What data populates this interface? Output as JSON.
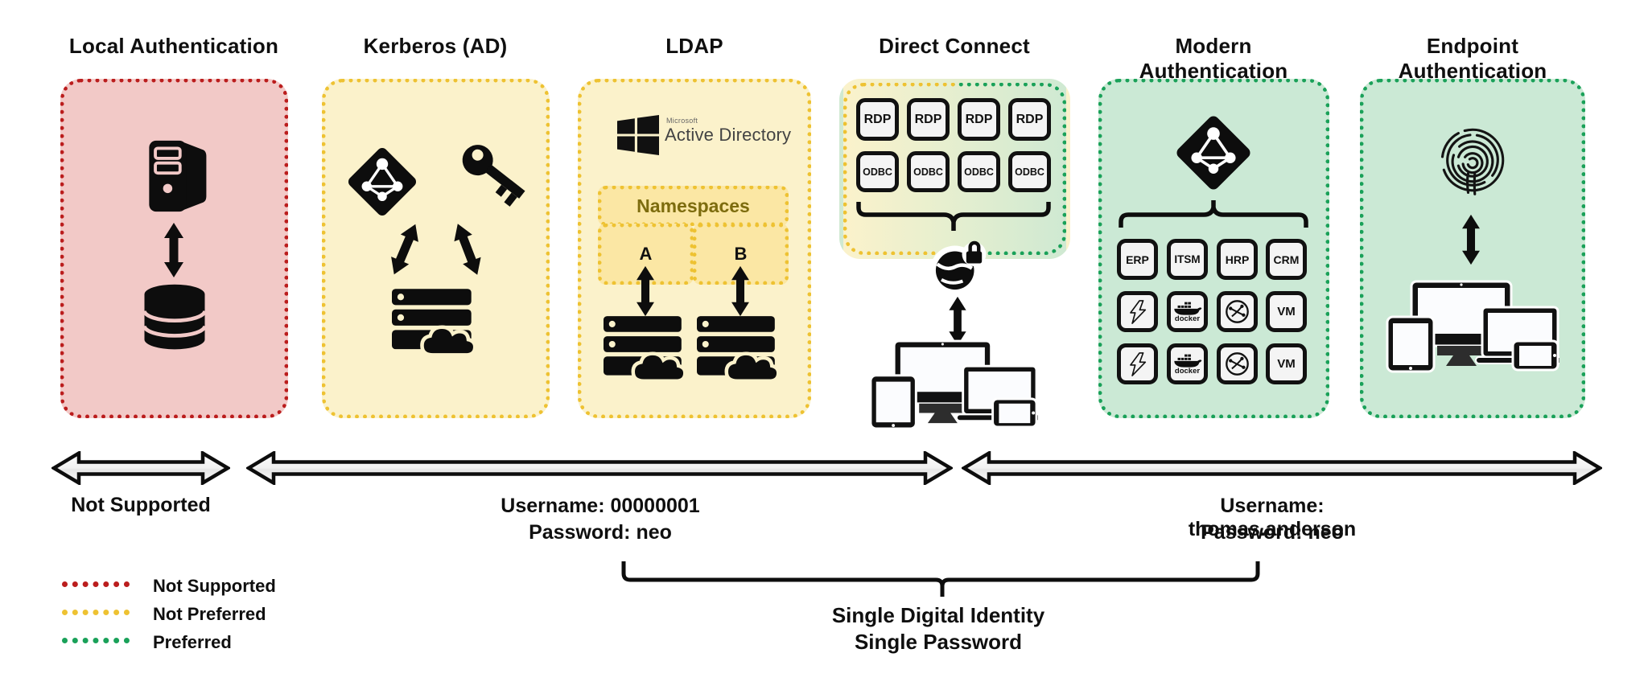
{
  "colors": {
    "not_supported_red": "#bb1d1d",
    "not_supported_bg": "#f2c9c7",
    "not_preferred_gold": "#eec232",
    "not_preferred_bg": "#fbf2cb",
    "preferred_green": "#1aa159",
    "preferred_bg": "#cbe9d5",
    "namespaces_bg": "#fbe7a4",
    "namespaces_text": "#7d6c0e"
  },
  "panels": {
    "local": {
      "title": "Local Authentication"
    },
    "kerberos": {
      "title": "Kerberos (AD)"
    },
    "ldap": {
      "title": "LDAP",
      "logo_brand": "Microsoft",
      "logo_product": "Active Directory",
      "namespaces_title": "Namespaces",
      "namespace_a": "A",
      "namespace_b": "B"
    },
    "direct": {
      "title": "Direct Connect",
      "rdp_row": [
        "RDP",
        "RDP",
        "RDP",
        "RDP"
      ],
      "odbc_row": [
        "ODBC",
        "ODBC",
        "ODBC",
        "ODBC"
      ]
    },
    "modern": {
      "title": "Modern Authentication",
      "app_row": [
        "ERP",
        "ITSM",
        "HRP",
        "CRM"
      ],
      "vm_label": "VM",
      "docker_label": "docker"
    },
    "endpoint": {
      "title": "Endpoint Authentication"
    }
  },
  "ranges": {
    "left_label": "Not Supported",
    "mid_username": "Username: 00000001",
    "mid_password": "Password: neo",
    "right_username": "Username: thomas.anderson",
    "right_password": "Password: neo"
  },
  "legend": {
    "not_supported": "Not Supported",
    "not_preferred": "Not Preferred",
    "preferred": "Preferred"
  },
  "footer": {
    "line1": "Single Digital Identity",
    "line2": "Single Password"
  },
  "icons": [
    "server-icon",
    "database-icon",
    "azure-ad-icon",
    "key-icon",
    "server-cloud-icon",
    "windows-logo-icon",
    "globe-lock-icon",
    "devices-icon",
    "fingerprint-icon",
    "lightning-icon",
    "docker-icon",
    "globe-network-icon",
    "up-down-arrow-icon",
    "double-arrow-icon",
    "brace-icon"
  ]
}
